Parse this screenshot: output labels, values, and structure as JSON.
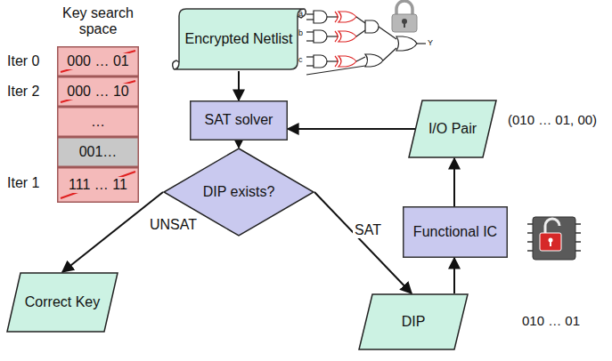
{
  "diagram": {
    "nodes": [
      {
        "text": [
          "Key search space"
        ]
      },
      {
        "text": [
          "000 … 01"
        ],
        "in": 0
      },
      {
        "text": [
          "000 … 10"
        ],
        "in": 0
      },
      {
        "text": [
          "…"
        ],
        "in": 0
      },
      {
        "text": [
          "001…"
        ],
        "in": 0
      },
      {
        "text": [
          "111 … 11"
        ],
        "in": 0
      },
      {
        "text": [
          "Encrypted Netlist"
        ]
      },
      {
        "text": [
          "SAT solver"
        ]
      },
      {
        "text": [
          "DIP exists?"
        ]
      },
      {
        "text": [
          "I/O Pair"
        ]
      },
      {
        "text": [
          "Functional IC"
        ]
      },
      {
        "text": [
          "Correct Key"
        ]
      },
      {
        "text": [
          "DIP"
        ]
      }
    ],
    "edges": [
      {
        "from": 6,
        "to": 7,
        "arrow": "to"
      },
      {
        "from": 7,
        "to": 8,
        "arrow": "to"
      },
      {
        "from": 8,
        "to": 11,
        "label": "UNSAT",
        "arrow": "to"
      },
      {
        "from": 8,
        "to": 12,
        "label": "SAT",
        "arrow": "to"
      },
      {
        "from": 12,
        "to": 10,
        "arrow": "to"
      },
      {
        "from": 10,
        "to": 9,
        "arrow": "to"
      },
      {
        "from": 9,
        "to": 7,
        "arrow": "to"
      }
    ],
    "labels": [
      "Iter 0",
      "Iter 2",
      "Iter 1",
      "(010 … 01, 00)",
      "010 … 01",
      "a",
      "b",
      "c",
      "Y"
    ]
  }
}
